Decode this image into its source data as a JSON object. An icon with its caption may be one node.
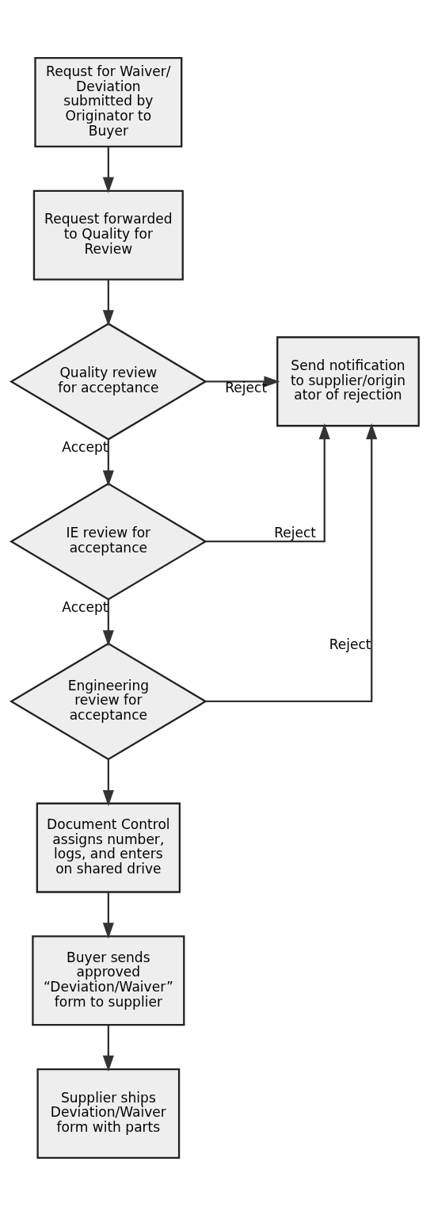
{
  "diagram": {
    "nodes": [
      {
        "text": [
          "Requst for Waiver/ Deviation submitted by Originator to Buyer"
        ]
      },
      {
        "text": [
          "Request forwarded to Quality for Review"
        ]
      },
      {
        "text": [
          "Quality review for acceptance"
        ]
      },
      {
        "text": [
          "Send notification to supplier/originator of rejection"
        ]
      },
      {
        "text": [
          "IE review for acceptance"
        ]
      },
      {
        "text": [
          "Engineering review for acceptance"
        ]
      },
      {
        "text": [
          "Document Control assigns number, logs, and enters on shared drive"
        ]
      },
      {
        "text": [
          "Buyer sends approved “Deviation/Waiver” form to supplier"
        ]
      },
      {
        "text": [
          "Supplier ships Deviation/Waiver form with parts"
        ]
      }
    ],
    "edges": [
      {
        "from": 0,
        "to": 1,
        "arrow": "to"
      },
      {
        "from": 1,
        "to": 2,
        "arrow": "to"
      },
      {
        "from": 2,
        "to": 3,
        "arrow": "to",
        "label": "Reject"
      },
      {
        "from": 2,
        "to": 4,
        "arrow": "to",
        "label": "Accept"
      },
      {
        "from": 4,
        "to": 3,
        "arrow": "to",
        "label": "Reject"
      },
      {
        "from": 4,
        "to": 5,
        "arrow": "to",
        "label": "Accept"
      },
      {
        "from": 5,
        "to": 3,
        "arrow": "to",
        "label": "Reject"
      },
      {
        "from": 5,
        "to": 6,
        "arrow": "to"
      },
      {
        "from": 6,
        "to": 7,
        "arrow": "to"
      },
      {
        "from": 7,
        "to": 8,
        "arrow": "to"
      }
    ]
  }
}
